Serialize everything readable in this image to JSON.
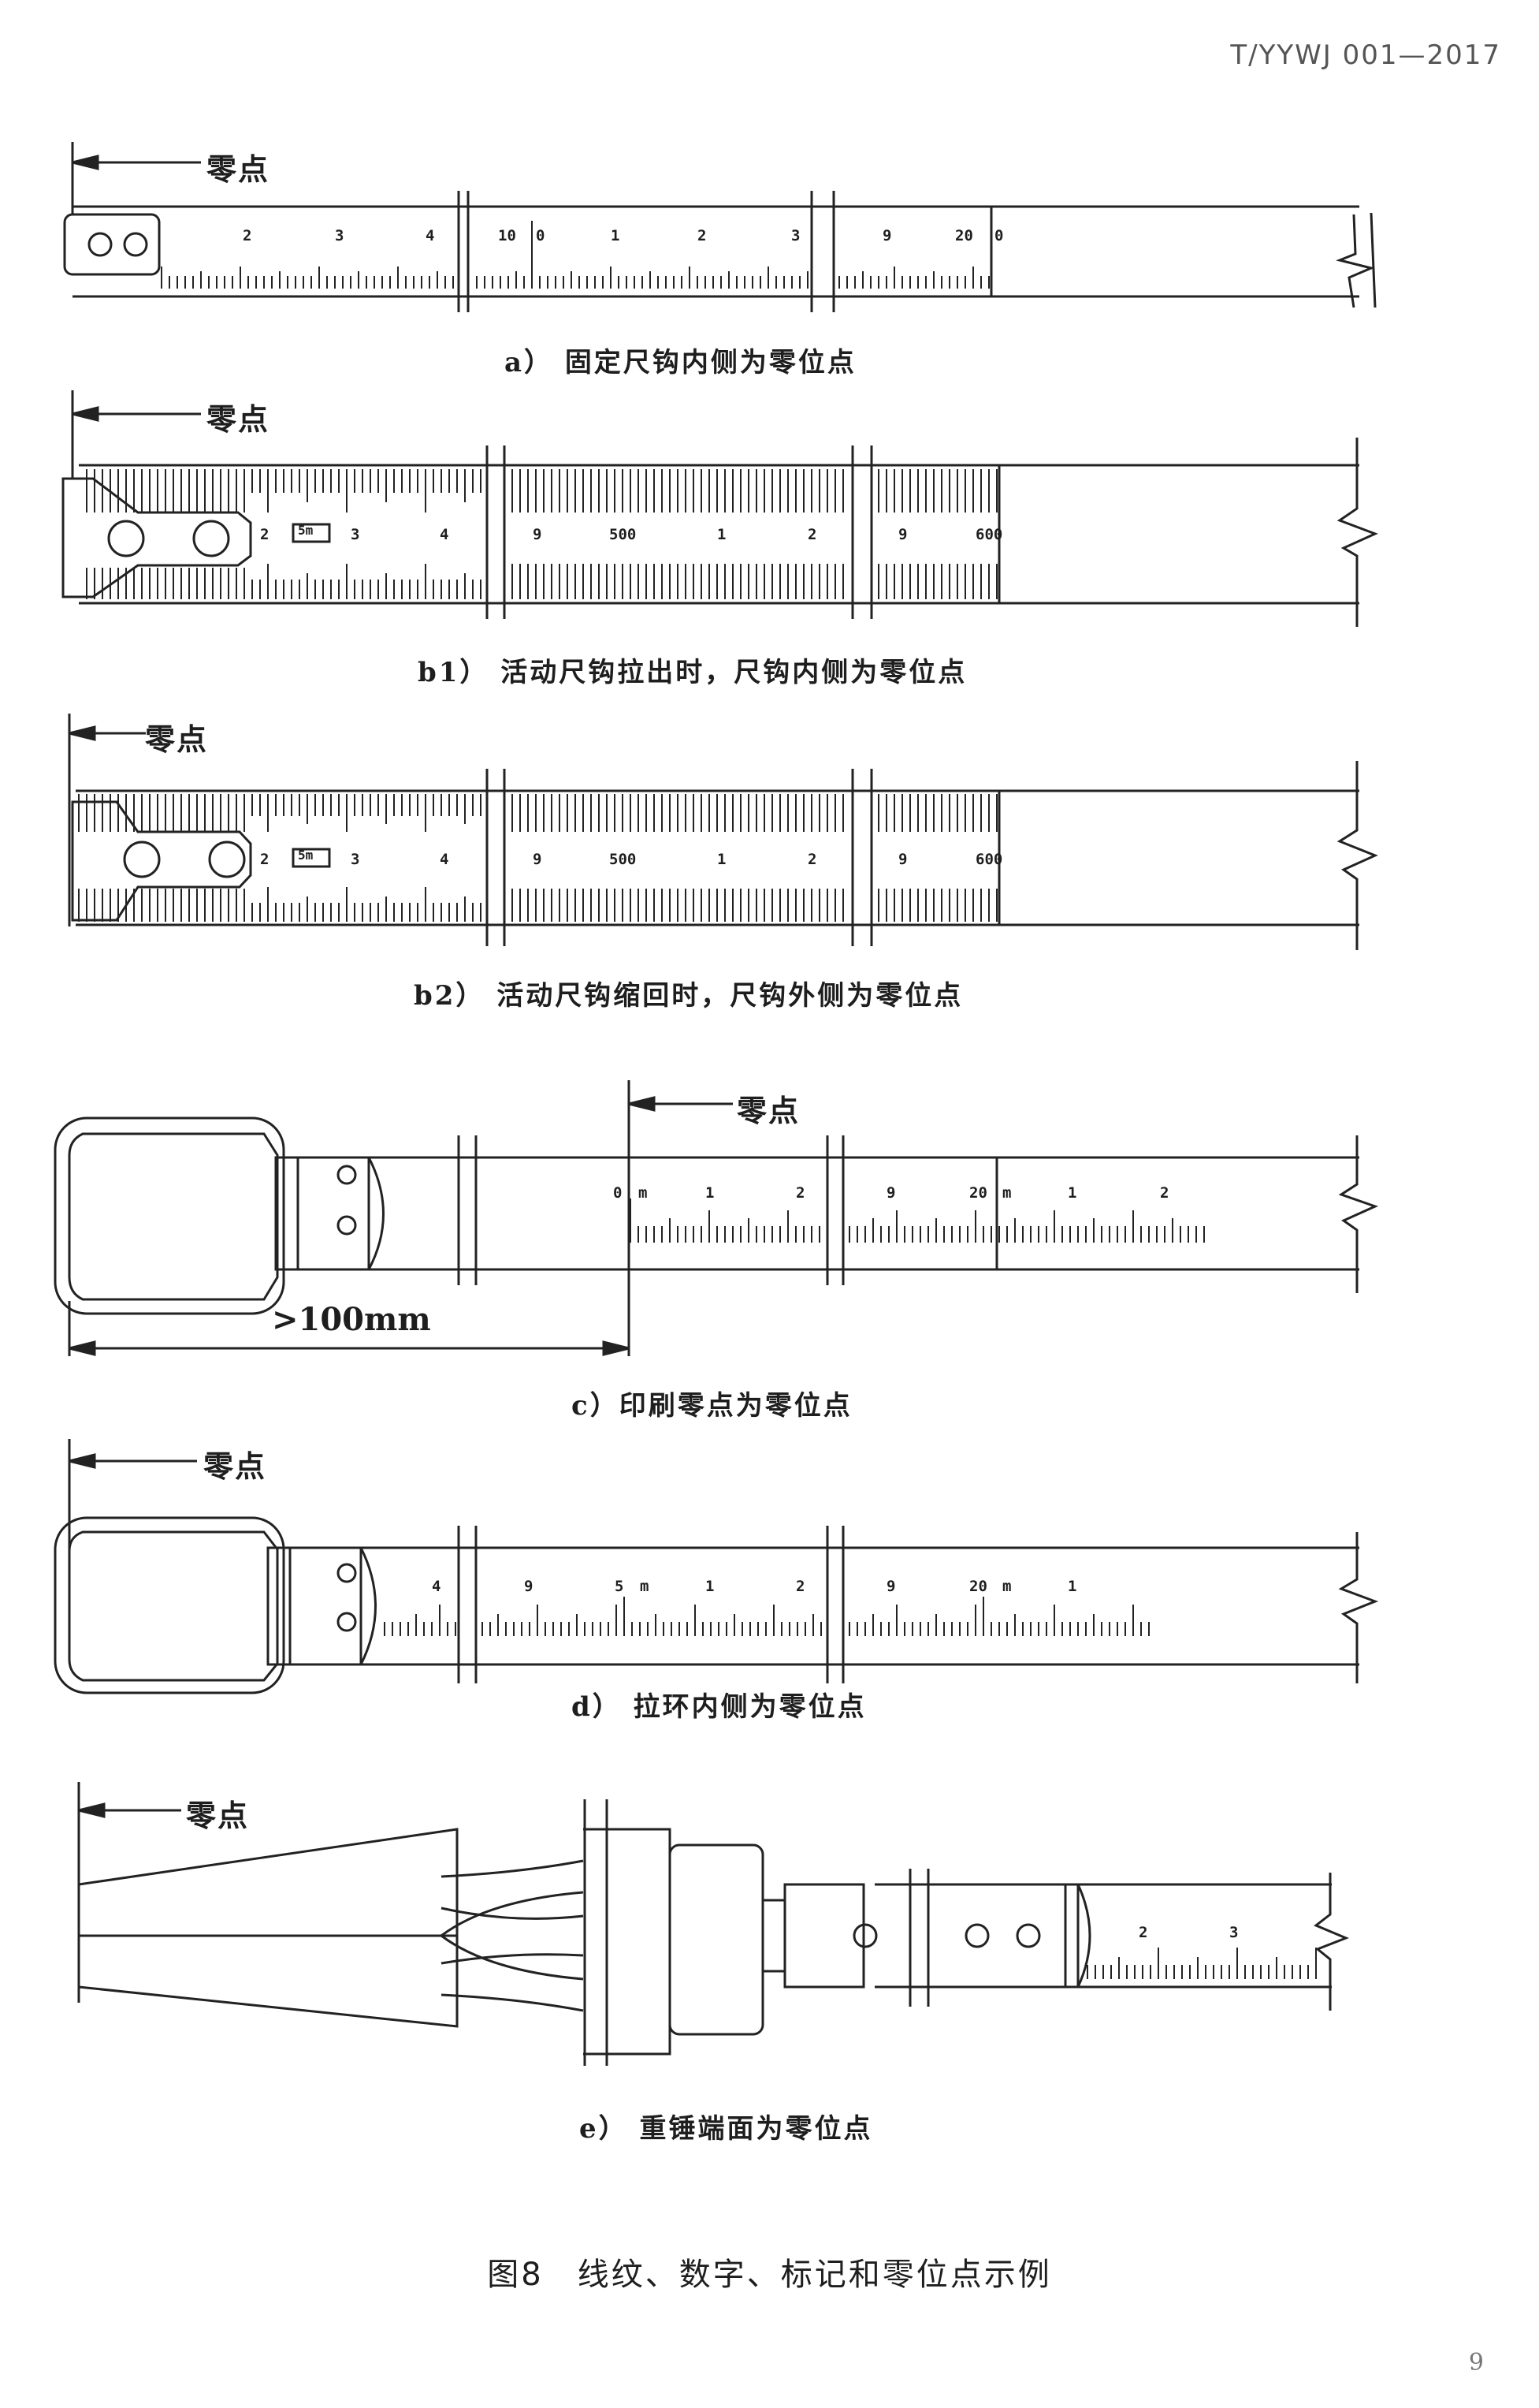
{
  "header": {
    "doc_code": "T/YYWJ 001—2017"
  },
  "page_number": "9",
  "zero_label": "零点",
  "figure_title": "图8　线纹、数字、标记和零位点示例",
  "fig_a": {
    "caption": "a）  固定尺钩内侧为零位点",
    "marks": [
      "2",
      "3",
      "4",
      "10",
      "0",
      "1",
      "2",
      "3",
      "9",
      "20",
      "0"
    ]
  },
  "fig_b1": {
    "caption": "b1）  活动尺钩拉出时，尺钩内侧为零位点",
    "marks": [
      "2",
      "5m",
      "3",
      "4",
      "9",
      "500",
      "1",
      "2",
      "9",
      "600"
    ]
  },
  "fig_b2": {
    "caption": "b2）  活动尺钩缩回时，尺钩外侧为零位点",
    "marks": [
      "2",
      "5m",
      "3",
      "4",
      "9",
      "500",
      "1",
      "2",
      "9",
      "600"
    ]
  },
  "fig_c": {
    "caption": "c）印刷零点为零位点",
    "dimension": ">100mm",
    "marks": [
      "0",
      "m",
      "1",
      "2",
      "9",
      "20",
      "m",
      "1",
      "2"
    ]
  },
  "fig_d": {
    "caption": "d）  拉环内侧为零位点",
    "marks": [
      "4",
      "9",
      "5",
      "m",
      "1",
      "2",
      "9",
      "20",
      "m",
      "1"
    ]
  },
  "fig_e": {
    "caption": "e）  重锤端面为零位点",
    "marks": [
      "2",
      "3"
    ]
  }
}
